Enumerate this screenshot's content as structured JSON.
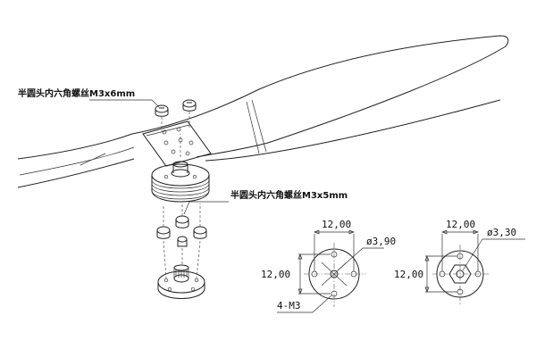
{
  "callouts": {
    "screw_top": "半圆头内六角螺丝M3x6mm",
    "screw_bottom": "半圆头内六角螺丝M3x5mm"
  },
  "hub_left": {
    "width": "12,00",
    "height": "12,00",
    "diameter": "ø3,90",
    "thread": "4-M3"
  },
  "hub_right": {
    "width": "12,00",
    "height": "12,00",
    "diameter": "ø3,30"
  }
}
